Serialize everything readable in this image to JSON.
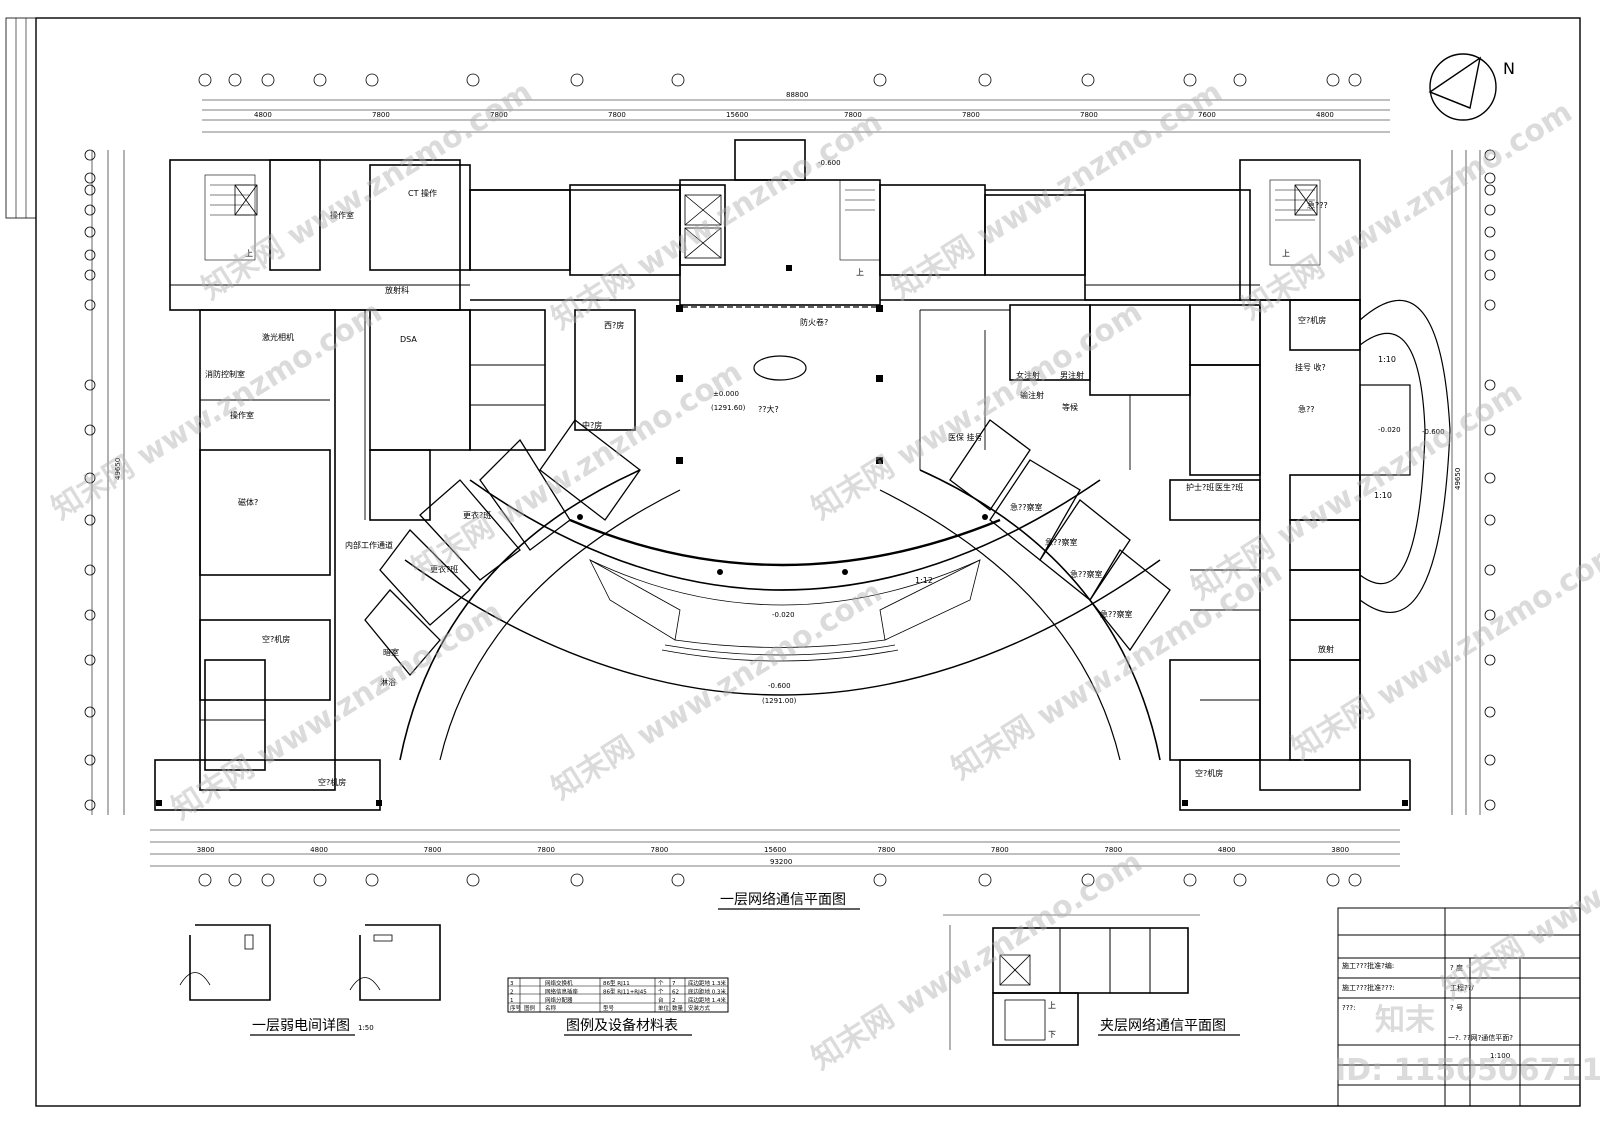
{
  "north_label": "N",
  "titles": {
    "main_plan": "一层网络通信平面图",
    "mezzanine_plan": "夹层网络通信平面图",
    "weak_room_detail": "一层弱电间详图",
    "weak_room_scale": "1:50",
    "legend_table": "图例及设备材料表"
  },
  "rooms": {
    "ct": "CT 操作",
    "operation_room": "操作室",
    "radiology": "放射科",
    "dsa": "DSA",
    "laser_camera": "激光相机",
    "fire_control": "消防控制室",
    "operation_room_2": "操作室",
    "mri": "磁体?",
    "inner_corridor": "内部工作通道",
    "ac_room_1": "空?机房",
    "ac_room_2": "空?机房",
    "ac_room_3": "空?机房",
    "ac_room_4": "空?机房",
    "dark_room": "暗室",
    "shower": "淋浴",
    "changing_1": "更衣?班",
    "changing_2": "更衣?班",
    "west_pharmacy": "西?房",
    "chinese_pharmacy": "中?房",
    "lobby": "??大?",
    "lobby_level": "±0.000",
    "lobby_abs": "(1291.60)",
    "fire_shutter": "防火卷?",
    "ramp_1": "1:12",
    "ramp_2": "1:10",
    "ramp_3": "1:10",
    "level_entry": "-0.600",
    "level_entry_abs": "(1291.00)",
    "level_step": "-0.020",
    "level_top": "-0.600",
    "level_right": "-0.020",
    "level_right_2": "-0.600",
    "waiting": "等候",
    "injection": "输注射",
    "nurse_station": "护士?班",
    "doctor_duty": "医生?班",
    "emergency_1": "急??",
    "emergency_2": "急???",
    "exam_1": "急??察室",
    "exam_2": "急??察室",
    "exam_3": "急??察室",
    "exam_4": "急??察室",
    "radiation": "放射",
    "registration": "挂号  收?",
    "insurance": "医保 挂号",
    "female_injection": "女注射",
    "male_injection": "男注射",
    "up": "上",
    "down": "下"
  },
  "dimensions": {
    "top_total": "88800",
    "bottom_total": "93200",
    "top_spans": [
      "4800",
      "7800",
      "7800",
      "7800",
      "15600",
      "7800",
      "7800",
      "7800",
      "7600",
      "4800"
    ],
    "bottom_spans": [
      "3800",
      "4800",
      "7800",
      "7800",
      "7800",
      "15600",
      "7800",
      "7800",
      "7800",
      "4800",
      "3800"
    ],
    "left_total": "49650",
    "right_total": "49650"
  },
  "legend": {
    "headers": [
      "序号",
      "图例",
      "名称",
      "型号",
      "单位",
      "数量",
      "安装方式"
    ],
    "rows": [
      [
        "3",
        "",
        "网络交换机",
        "86型 RJ11",
        "个",
        "7",
        "底边距地 1.3米"
      ],
      [
        "2",
        "",
        "网络信息插座",
        "86型 RJ11+RJ45",
        "个",
        "62",
        "底边距地 0.3米"
      ],
      [
        "1",
        "",
        "网络分配器",
        "",
        "台",
        "2",
        "底边距地 1.4米"
      ]
    ]
  },
  "title_block": {
    "rows": [
      "施工???批准?编:",
      "施工???批准???:",
      "???:"
    ],
    "right": [
      "?  度",
      "工程??/",
      "?  号"
    ],
    "drawing_name": "一?. ??网?通信平面?",
    "scale": "1:100"
  },
  "watermark": {
    "brand": "知末",
    "id": "ID: 1150506711",
    "site": "www.znzmo.com",
    "site_cn": "知末网"
  }
}
